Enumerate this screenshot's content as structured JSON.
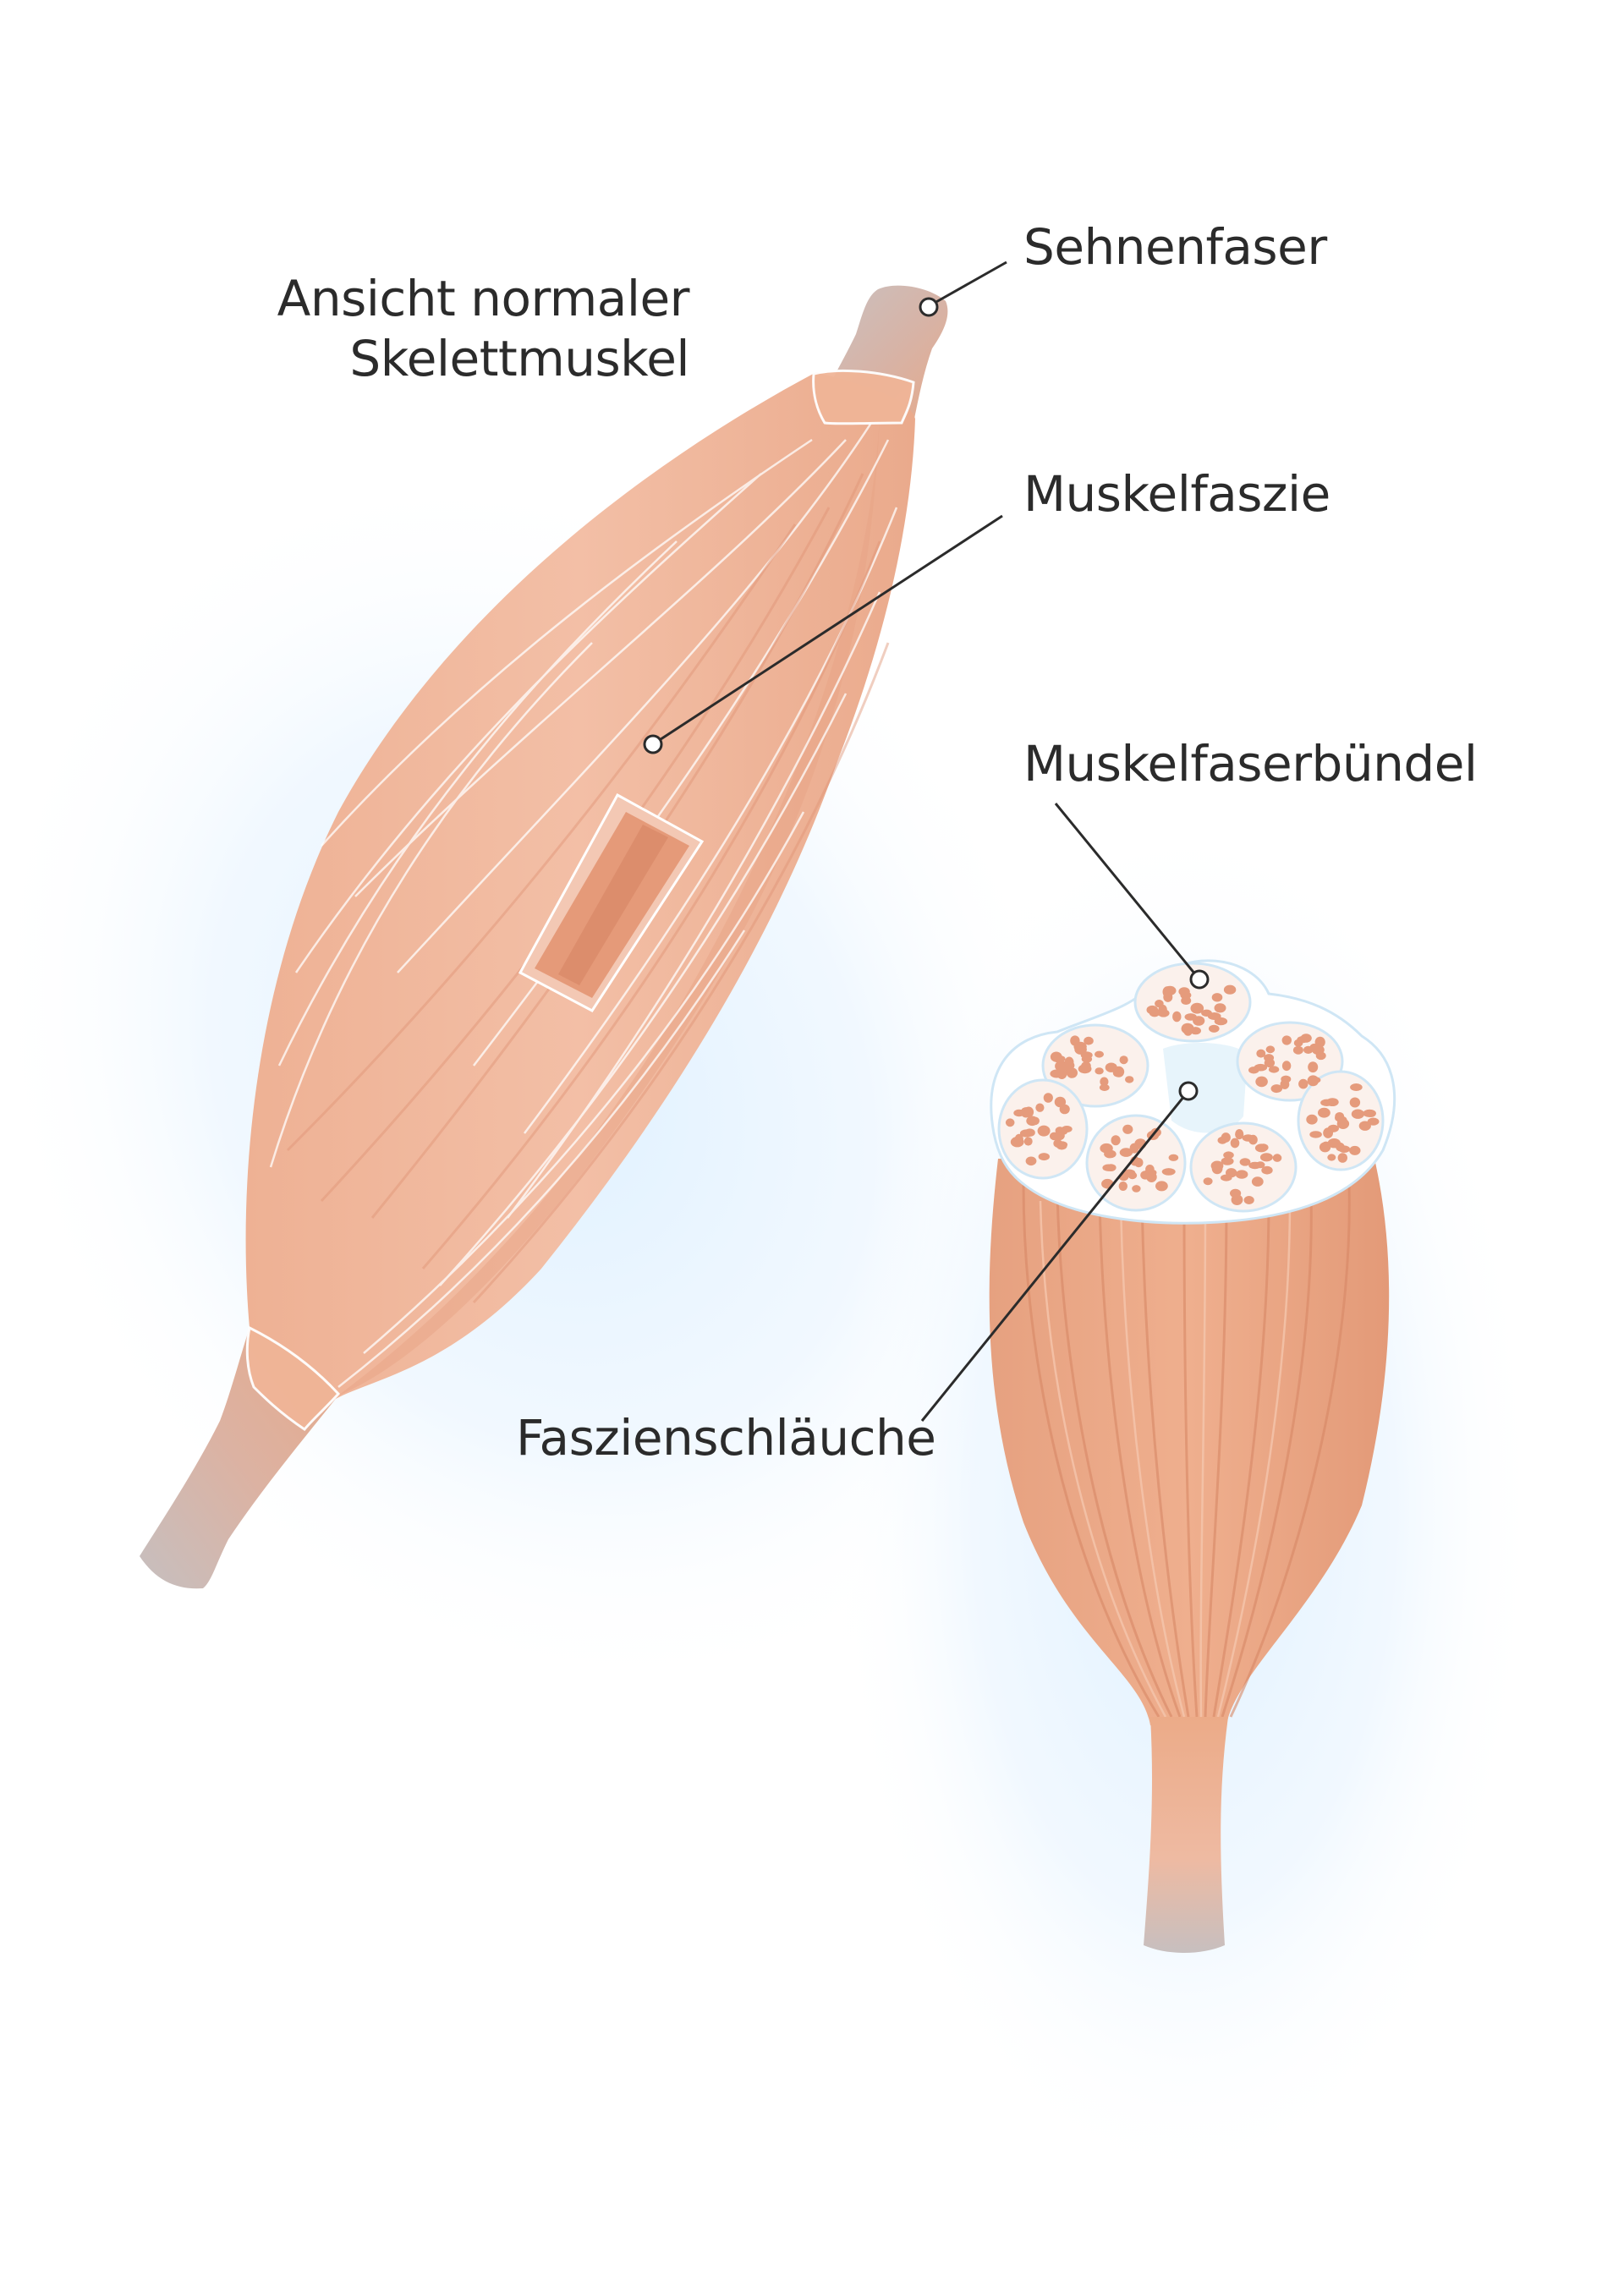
{
  "diagram": {
    "title_lines": [
      "Ansicht normaler",
      "Skelettmuskel"
    ],
    "labels": {
      "tendon_fiber": "Sehnenfaser",
      "muscle_fascia": "Muskelfaszie",
      "fiber_bundle": "Muskelfaserbündel",
      "fascia_tubes": "Faszienschläuche"
    },
    "colors": {
      "muscle": "#f0b69a",
      "muscle_dark": "#e39a78",
      "tendon": "#c7bfbf",
      "halo": "#dcefff",
      "leader_line": "#2b2b2b"
    }
  }
}
